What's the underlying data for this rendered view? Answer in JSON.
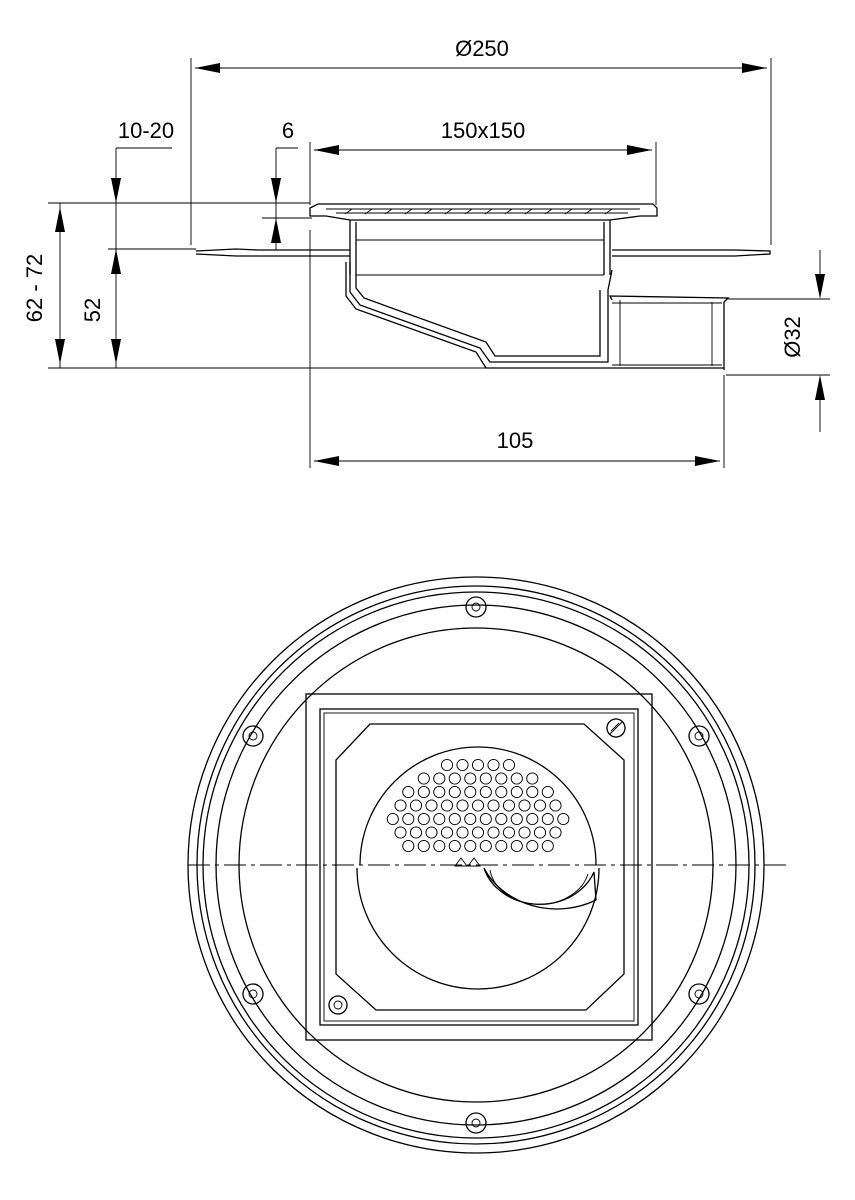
{
  "dimensions": {
    "flange_diameter": "Ø250",
    "grate_size": "150x150",
    "tile_thickness_range": "10-20",
    "grate_depth": "6",
    "total_height_range": "62 - 72",
    "body_height": "52",
    "outlet_diameter": "Ø32",
    "outlet_length": "105"
  },
  "grate": {
    "holes_per_row": [
      5,
      8,
      10,
      11,
      12,
      11,
      10
    ]
  }
}
